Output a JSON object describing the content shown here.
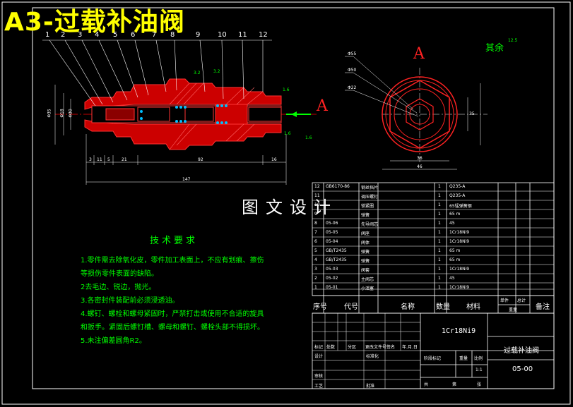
{
  "title": "A3-过载补油阀",
  "watermark": "图文设计",
  "part_numbers": [
    "1",
    "2",
    "3",
    "4",
    "5",
    "6",
    "7",
    "8",
    "9",
    "10",
    "11",
    "12"
  ],
  "section_label": "A",
  "roughness_note": "其余",
  "roughness_value": "12.5",
  "roughness_marks": [
    "1.6",
    "1.6",
    "1.6",
    "3.2",
    "3.2"
  ],
  "dim_labels": {
    "left_diams": [
      "Φ35",
      "Φ18",
      "Φ30"
    ],
    "bottom": [
      "3",
      "11",
      "5",
      "21",
      "92",
      "16"
    ],
    "overall": "147",
    "side_diams": [
      "Φ55",
      "Φ50",
      "Φ22"
    ],
    "side_bottom": [
      "36",
      "46"
    ],
    "side_right": "35"
  },
  "requirements": {
    "title": "技术要求",
    "lines": [
      "1.零件需去除氧化皮，零件加工表面上，不应有划痕、擦伤",
      "等损伤零件表面的缺陷。",
      "2去毛边、锐边，抛光。",
      "3.各密封件装配前必须浸透油。",
      "4.螺钉、螺栓和螺母紧固时，严禁打击或使用不合适的旋具",
      "和扳手。紧固后螺钉槽、螺母和螺钉、螺栓头部不得损坏。",
      "5.未注偏差圆角R2。"
    ]
  },
  "bom": {
    "rows": [
      {
        "no": "12",
        "code": "GB6170-86",
        "name": "钢丝挡片",
        "qty": "1",
        "material": "Q235-A"
      },
      {
        "no": "11",
        "code": "",
        "name": "调压螺钉",
        "qty": "1",
        "material": "Q235-A"
      },
      {
        "no": "10",
        "code": "",
        "name": "锁紧圈",
        "qty": "1",
        "material": "65锰弹簧钢"
      },
      {
        "no": "9",
        "code": "",
        "name": "弹簧",
        "qty": "1",
        "material": "65 m"
      },
      {
        "no": "8",
        "code": "05-06",
        "name": "先导阀芯",
        "qty": "1",
        "material": "45"
      },
      {
        "no": "7",
        "code": "05-05",
        "name": "阀座",
        "qty": "1",
        "material": "1Cr18Ni9"
      },
      {
        "no": "6",
        "code": "05-04",
        "name": "阀体",
        "qty": "1",
        "material": "1Cr18Ni9"
      },
      {
        "no": "5",
        "code": "GB/T2435",
        "name": "弹簧",
        "qty": "1",
        "material": "65 m"
      },
      {
        "no": "4",
        "code": "GB/T2435",
        "name": "弹簧",
        "qty": "1",
        "material": "65 m"
      },
      {
        "no": "3",
        "code": "05-03",
        "name": "阀套",
        "qty": "1",
        "material": "1Cr18Ni9"
      },
      {
        "no": "2",
        "code": "05-02",
        "name": "主阀芯",
        "qty": "1",
        "material": "45"
      },
      {
        "no": "1",
        "code": "05-01",
        "name": "小活塞",
        "qty": "1",
        "material": "1Cr18Ni9"
      }
    ],
    "header": {
      "no": "序号",
      "code": "代号",
      "name": "名称",
      "qty": "数量",
      "material": "材料",
      "unit": "单件",
      "total": "总计",
      "weight": "重量",
      "remark": "备注"
    }
  },
  "title_block": {
    "material": "1Cr18Ni9",
    "part_name": "过载补油阀",
    "drawing_no": "05-00",
    "scale": "1:1",
    "labels": {
      "mark": "标记",
      "count": "处数",
      "zone": "分区",
      "change_doc": "更改文件号",
      "sign": "签名",
      "date": "年.月.日",
      "design": "设计",
      "standard": "标准化",
      "stage_mark": "阶段标记",
      "weight": "重量",
      "scale": "比例",
      "review": "审核",
      "craft": "工艺",
      "approve": "批准",
      "sheets": "共",
      "sheet": "第",
      "zhang": "张"
    }
  }
}
